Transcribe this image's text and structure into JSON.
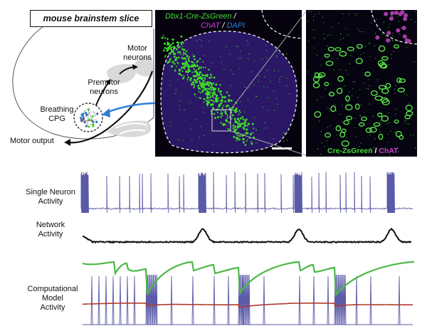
{
  "title": "mouse brainstem slice",
  "schematic": {
    "motor_neurons": "Motor\nneurons",
    "premotor_neurons": "Premotor\nneurons",
    "breathing_cpg": "Breathing\nCPG",
    "motor_output": "Motor output"
  },
  "micrograph": {
    "label_part1": "Dbx1-Cre-ZsGreen",
    "label_sep1": " /",
    "label_part2": "ChAT",
    "label_sep2": " / ",
    "label_part3": "DAPI"
  },
  "zoom": {
    "label_part1": "Cre-ZsGreen",
    "label_sep": " / ",
    "label_part2": "ChAT"
  },
  "traces": {
    "single_neuron": "Single Neuron\nActivity",
    "network": "Network\nActivity",
    "model": "Computational\nModel\nActivity"
  },
  "colors": {
    "green": "#3fdc2a",
    "magenta": "#d43ad4",
    "blue": "#2f7fd6",
    "trace_blue": "#5a5aa8",
    "model_green": "#4cb847",
    "model_red": "#b03a2e",
    "network_black": "#111111"
  }
}
